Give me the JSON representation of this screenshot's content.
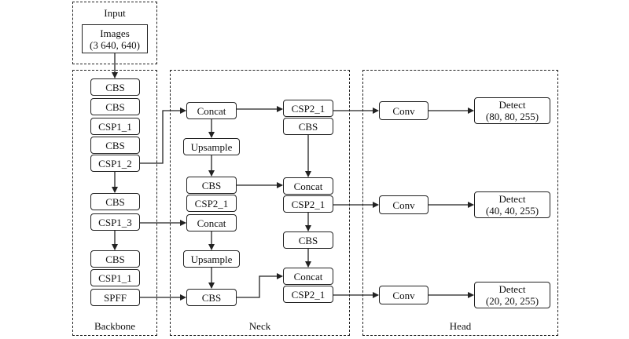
{
  "groups": {
    "input": "Input",
    "backbone": "Backbone",
    "neck": "Neck",
    "head": "Head"
  },
  "input_block": "Images\n(3 640, 640)",
  "backbone": [
    "CBS",
    "CBS",
    "CSP1_1",
    "CBS",
    "CSP1_2",
    "CBS",
    "CSP1_3",
    "CBS",
    "CSP1_1",
    "SPFF"
  ],
  "neck": {
    "left": [
      "Concat",
      "Upsample",
      "CBS",
      "CSP2_1",
      "Concat",
      "Upsample",
      "CBS"
    ],
    "right": [
      "CSP2_1",
      "CBS",
      "Concat",
      "CSP2_1",
      "CBS",
      "Concat",
      "CSP2_1"
    ]
  },
  "head": {
    "conv": [
      "Conv",
      "Conv",
      "Conv"
    ],
    "detect": [
      "Detect\n(80, 80, 255)",
      "Detect\n(40, 40, 255)",
      "Detect\n(20, 20, 255)"
    ]
  }
}
